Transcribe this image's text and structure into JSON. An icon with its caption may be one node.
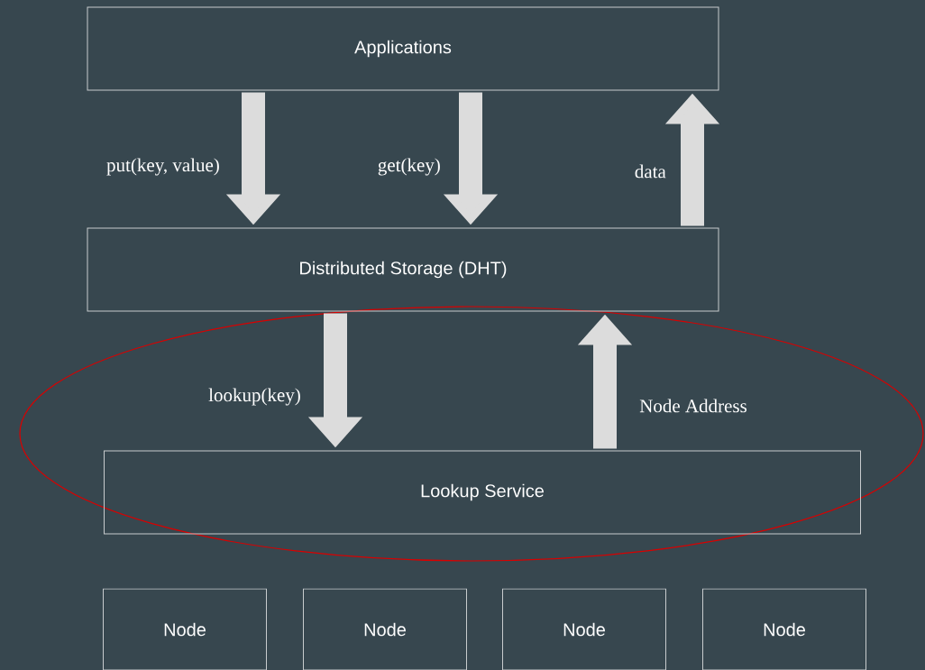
{
  "diagram": {
    "nodes": [
      {
        "text": [
          "Applications"
        ]
      },
      {
        "text": [
          "Distributed Storage (DHT)"
        ]
      },
      {
        "text": [
          "Lookup Service"
        ]
      },
      {
        "text": [
          "Node"
        ]
      },
      {
        "text": [
          "Node"
        ]
      },
      {
        "text": [
          "Node"
        ]
      },
      {
        "text": [
          "Node"
        ]
      }
    ],
    "edges": [
      {
        "from": 0,
        "to": 1,
        "arrow": "to",
        "label": "put(key, value)"
      },
      {
        "from": 0,
        "to": 1,
        "arrow": "to",
        "label": "get(key)"
      },
      {
        "from": 1,
        "to": 0,
        "arrow": "to",
        "label": "data"
      },
      {
        "from": 1,
        "to": 2,
        "arrow": "to",
        "label": "lookup(key)"
      },
      {
        "from": 2,
        "to": 1,
        "arrow": "to",
        "label": "Node Address"
      }
    ]
  }
}
